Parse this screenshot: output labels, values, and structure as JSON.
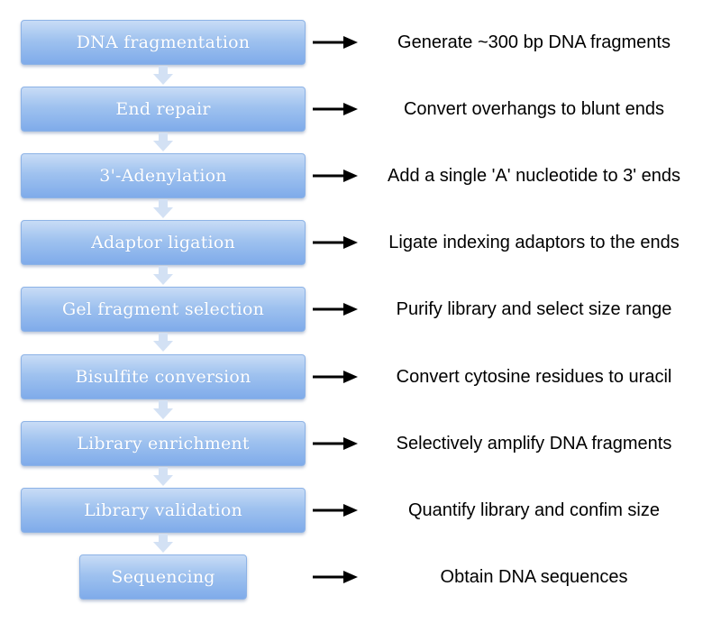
{
  "steps": [
    {
      "label": "DNA fragmentation",
      "description": "Generate ~300 bp DNA fragments"
    },
    {
      "label": "End repair",
      "description": "Convert overhangs to blunt ends"
    },
    {
      "label": "3'-Adenylation",
      "description": "Add a single 'A' nucleotide to 3' ends"
    },
    {
      "label": "Adaptor ligation",
      "description": "Ligate indexing adaptors to the ends"
    },
    {
      "label": "Gel fragment selection",
      "description": "Purify library and select size range"
    },
    {
      "label": "Bisulfite conversion",
      "description": "Convert cytosine residues to uracil"
    },
    {
      "label": "Library enrichment",
      "description": "Selectively amplify DNA fragments"
    },
    {
      "label": "Library validation",
      "description": "Quantify library and confim size"
    },
    {
      "label": "Sequencing",
      "description": "Obtain DNA sequences"
    }
  ],
  "icons": {
    "arrow": "right-arrow-icon",
    "connector": "down-arrow-icon"
  },
  "colors": {
    "box_top": "#c8dcf6",
    "box_bottom": "#7fabea",
    "box_text": "#ffffff",
    "connector": "#d3e1f4",
    "arrow": "#000000",
    "description_text": "#000000"
  }
}
